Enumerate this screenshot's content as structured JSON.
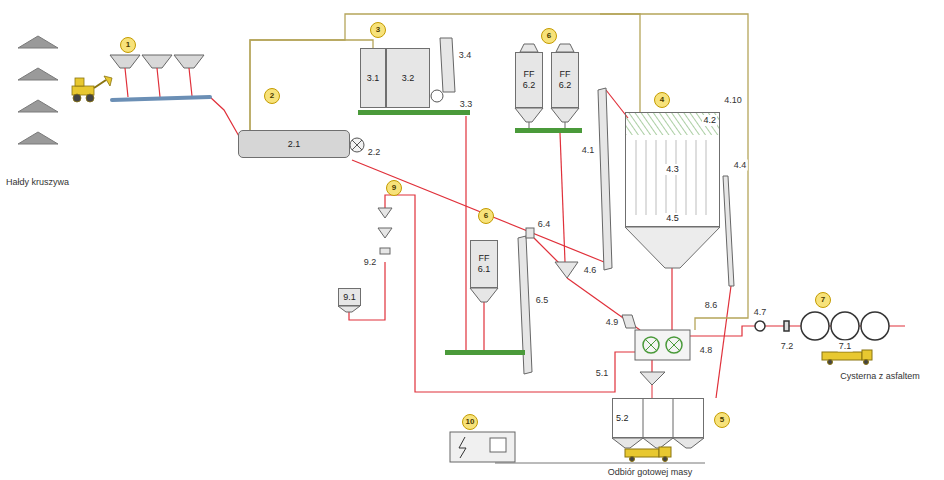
{
  "diagram": {
    "nodes": [
      {
        "text": [
          "2.1"
        ]
      },
      {
        "text": [
          "3.1"
        ]
      },
      {
        "text": [
          "3.2"
        ]
      },
      {
        "text": [
          "FF",
          "6.2"
        ]
      },
      {
        "text": [
          "FF",
          "6.2"
        ]
      },
      {
        "text": [
          "4.2",
          "4.3",
          "4.5"
        ]
      },
      {
        "text": [
          "FF",
          "6.1"
        ]
      },
      {
        "text": [
          "9.1"
        ]
      },
      {
        "text": [
          "5.2"
        ]
      }
    ],
    "edges": [
      {
        "from": 0,
        "to": 1,
        "arrow": "none"
      },
      {
        "from": 0,
        "to": 5,
        "arrow": "none"
      }
    ],
    "labels": [
      "Hałdy kruszywa",
      "1",
      "2",
      "2.2",
      "3",
      "3.4",
      "3.3",
      "6",
      "4.10",
      "4",
      "4.1",
      "4.4",
      "9",
      "6",
      "6.4",
      "4.6",
      "6.5",
      "9.2",
      "8.6",
      "4.7",
      "7",
      "7.2",
      "7.1",
      "4.9",
      "4.8",
      "5.1",
      "5",
      "10",
      "Cysterna z asfaltem",
      "Odbiór gotowej masy"
    ]
  }
}
